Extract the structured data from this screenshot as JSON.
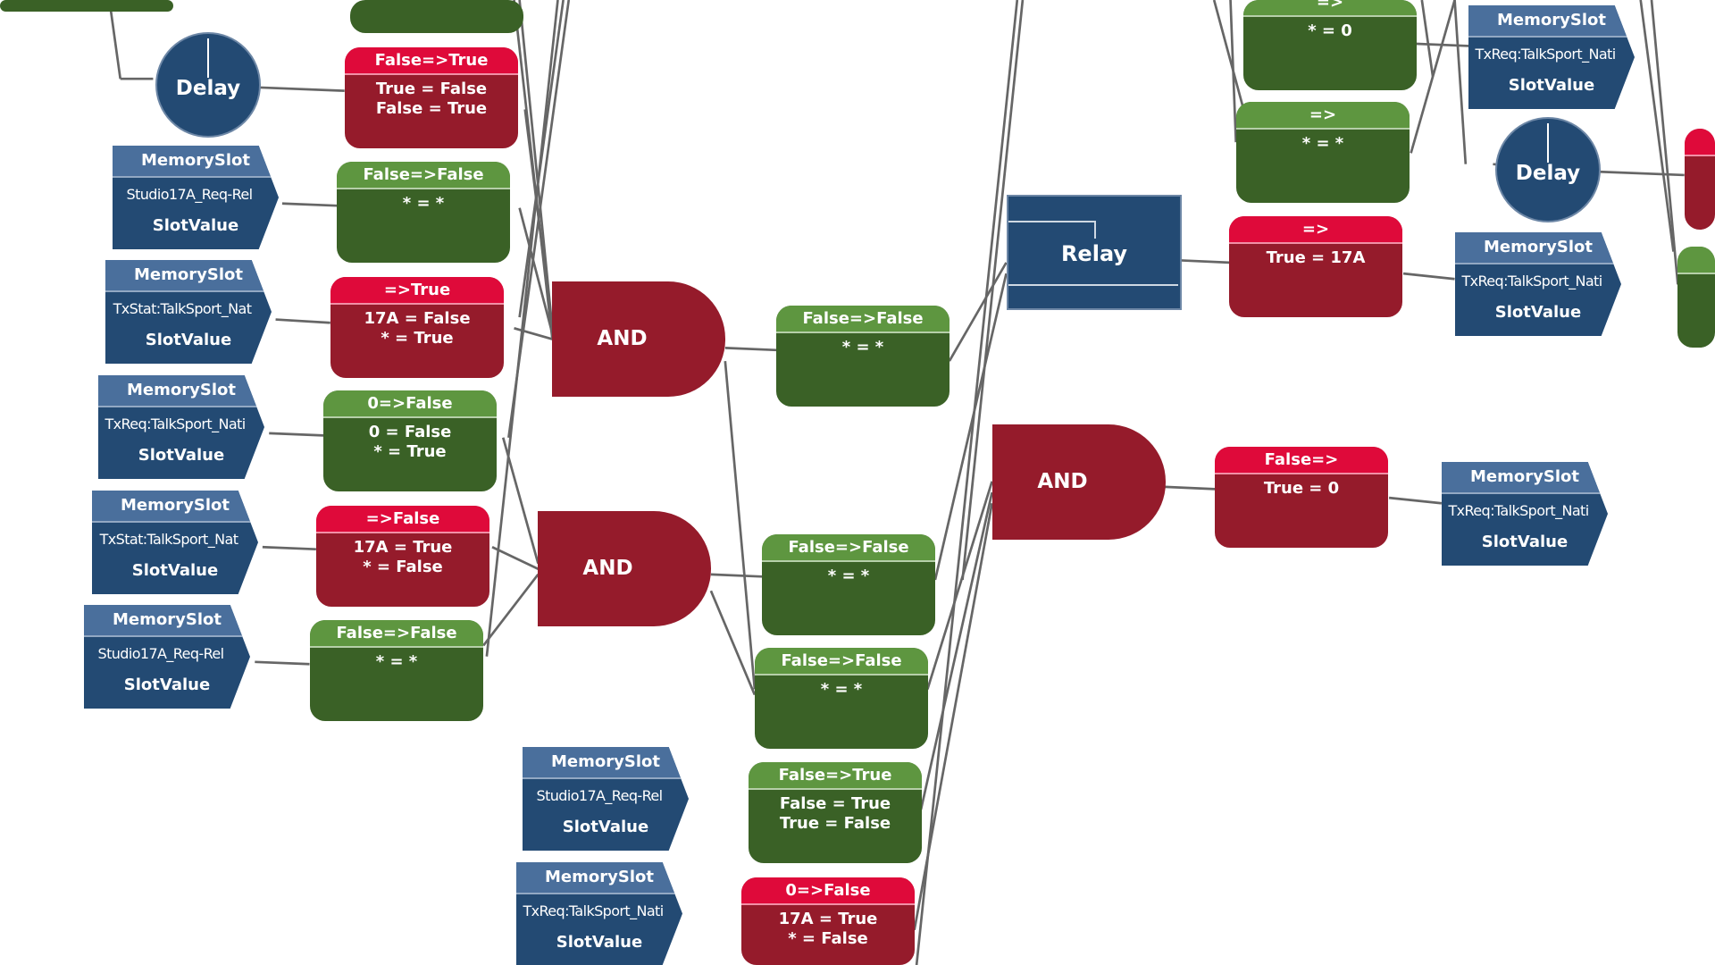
{
  "colors": {
    "rule_true_header": "#df0a3a",
    "rule_true_body": "#951b2b",
    "rule_false_header": "#5e9640",
    "rule_false_body": "#3a6126",
    "slot": "#234a73",
    "wire": "#666666"
  },
  "delays": [
    {
      "label": "Delay"
    },
    {
      "label": "Delay"
    }
  ],
  "gates": [
    {
      "label": "AND"
    },
    {
      "label": "AND"
    },
    {
      "label": "AND"
    }
  ],
  "relay": {
    "label": "Relay"
  },
  "rules": [
    {
      "color": "green",
      "header": "",
      "lines": []
    },
    {
      "color": "red",
      "header": "False=>True",
      "lines": [
        "True = False",
        "False = True"
      ]
    },
    {
      "color": "green",
      "header": "False=>False",
      "lines": [
        "* = *"
      ]
    },
    {
      "color": "red",
      "header": "=>True",
      "lines": [
        "17A = False",
        "* = True"
      ]
    },
    {
      "color": "green",
      "header": "0=>False",
      "lines": [
        "0 = False",
        "* = True"
      ]
    },
    {
      "color": "red",
      "header": "=>False",
      "lines": [
        "17A = True",
        "* = False"
      ]
    },
    {
      "color": "green",
      "header": "False=>False",
      "lines": [
        "* = *"
      ]
    },
    {
      "color": "green",
      "header": "False=>False",
      "lines": [
        "* = *"
      ]
    },
    {
      "color": "green",
      "header": "False=>False",
      "lines": [
        "* = *"
      ]
    },
    {
      "color": "green",
      "header": "False=>False",
      "lines": [
        "* = *"
      ]
    },
    {
      "color": "green",
      "header": "False=>True",
      "lines": [
        "False = True",
        "True = False"
      ]
    },
    {
      "color": "red",
      "header": "0=>False",
      "lines": [
        "17A = True",
        "* = False"
      ]
    },
    {
      "color": "green",
      "header": "=>",
      "lines": [
        "* = 0"
      ]
    },
    {
      "color": "green",
      "header": "=>",
      "lines": [
        "* = *"
      ]
    },
    {
      "color": "red",
      "header": "=>",
      "lines": [
        "True = 17A"
      ]
    },
    {
      "color": "red",
      "header": "False=>",
      "lines": [
        "True = 0"
      ]
    },
    {
      "color": "red",
      "header": "",
      "lines": []
    },
    {
      "color": "green",
      "header": "",
      "lines": []
    },
    {
      "color": "green",
      "header": "",
      "lines": []
    }
  ],
  "slots": [
    {
      "title": "MemorySlot",
      "name": "Studio17A_Req-Rel",
      "field": "SlotValue"
    },
    {
      "title": "MemorySlot",
      "name": "TxStat:TalkSport_Nat",
      "field": "SlotValue"
    },
    {
      "title": "MemorySlot",
      "name": "TxReq:TalkSport_Nati",
      "field": "SlotValue"
    },
    {
      "title": "MemorySlot",
      "name": "TxStat:TalkSport_Nat",
      "field": "SlotValue"
    },
    {
      "title": "MemorySlot",
      "name": "Studio17A_Req-Rel",
      "field": "SlotValue"
    },
    {
      "title": "MemorySlot",
      "name": "Studio17A_Req-Rel",
      "field": "SlotValue"
    },
    {
      "title": "MemorySlot",
      "name": "TxReq:TalkSport_Nati",
      "field": "SlotValue"
    },
    {
      "title": "MemorySlot",
      "name": "TxReq:TalkSport_Nati",
      "field": "SlotValue"
    },
    {
      "title": "MemorySlot",
      "name": "TxReq:TalkSport_Nati",
      "field": "SlotValue"
    },
    {
      "title": "MemorySlot",
      "name": "TxReq:TalkSport_Nati",
      "field": "SlotValue"
    }
  ]
}
